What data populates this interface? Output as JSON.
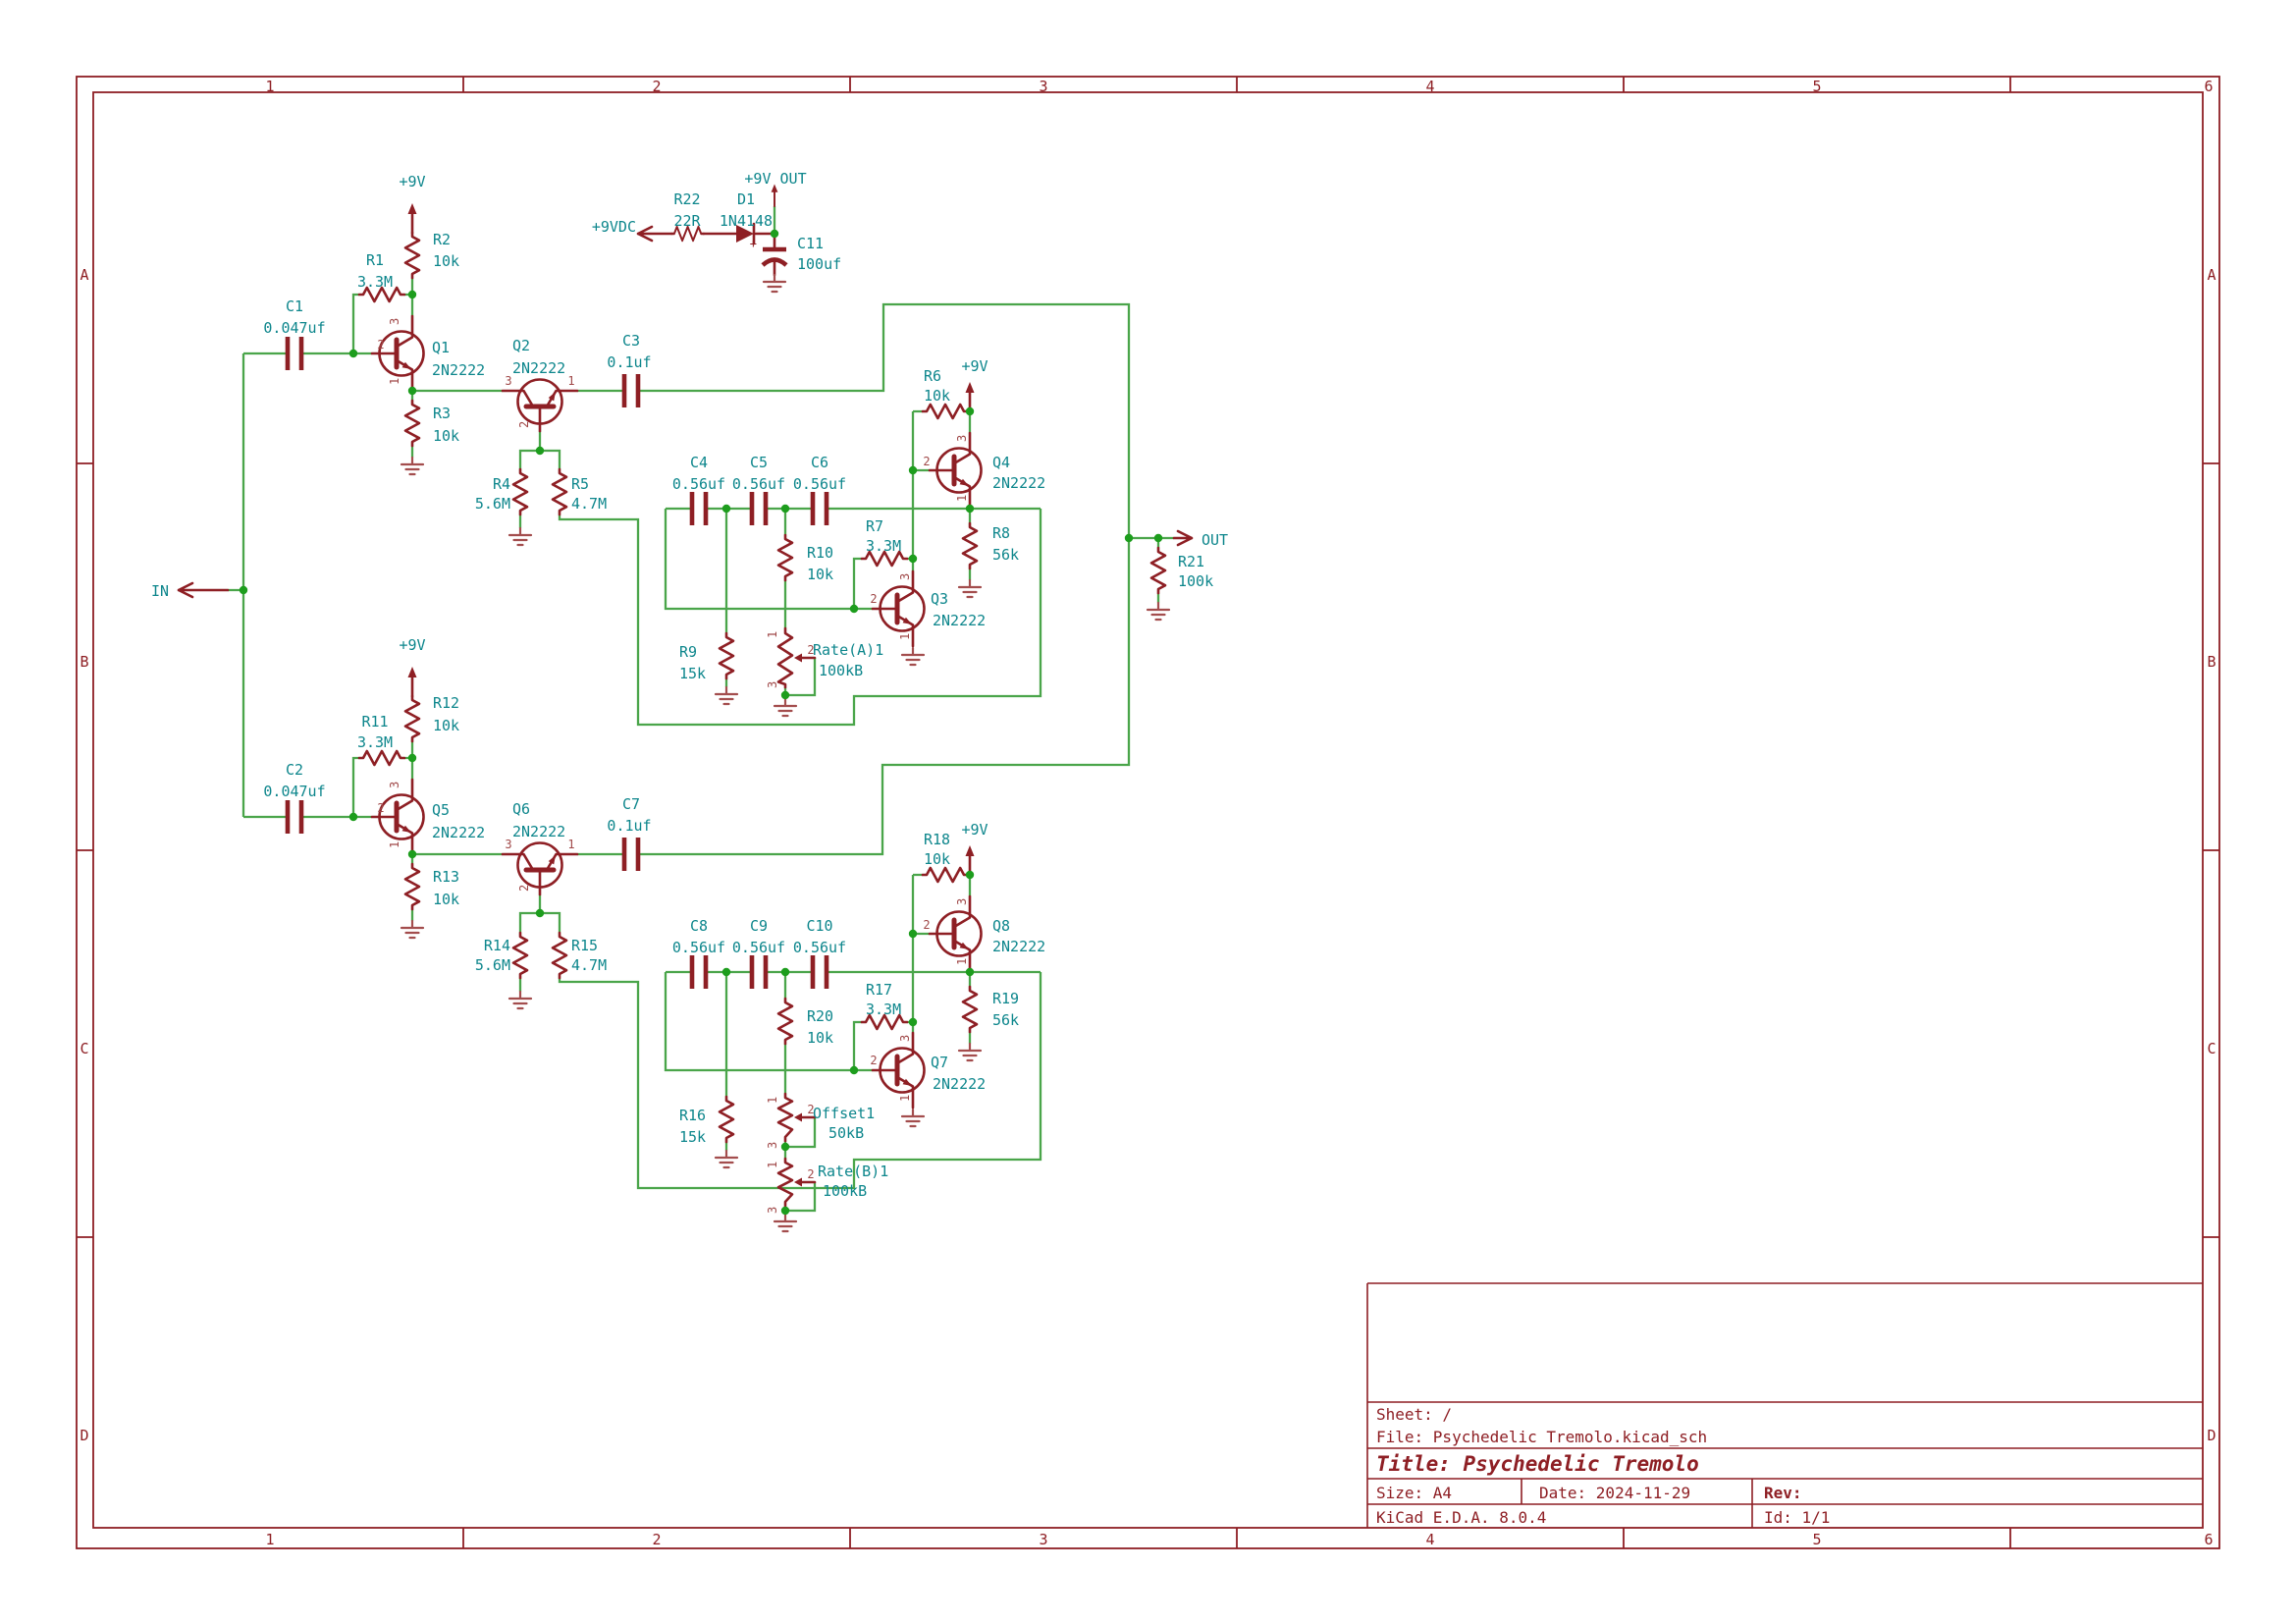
{
  "colors": {
    "background": "#ffffff",
    "wire_green": "#4aa54a",
    "junction_green": "#1d9d1d",
    "symbol_red": "#8e1f24",
    "label_teal": "#0d868c",
    "pin_number_red": "#a04848",
    "ground_red": "#a34d4d"
  },
  "frame": {
    "cols": [
      "1",
      "2",
      "3",
      "4",
      "5",
      "6"
    ],
    "rows": [
      "A",
      "B",
      "C",
      "D"
    ]
  },
  "title_block": {
    "sheet": "Sheet: /",
    "file": "File: Psychedelic Tremolo.kicad_sch",
    "title": "Title: Psychedelic Tremolo",
    "size": "Size: A4",
    "date": "Date: 2024-11-29",
    "rev": "Rev:",
    "app": "KiCad E.D.A. 8.0.4",
    "id": "Id: 1/1"
  },
  "ports": {
    "in": "IN",
    "out": "OUT",
    "vdc": "+9VDC",
    "vout": "+9V OUT",
    "v9": "+9V",
    "plus": "+"
  },
  "pins": {
    "1": "1",
    "2": "2",
    "3": "3"
  },
  "c": {
    "R1": {
      "ref": "R1",
      "val": "3.3M"
    },
    "R2": {
      "ref": "R2",
      "val": "10k"
    },
    "R3": {
      "ref": "R3",
      "val": "10k"
    },
    "R4": {
      "ref": "R4",
      "val": "5.6M"
    },
    "R5": {
      "ref": "R5",
      "val": "4.7M"
    },
    "R6": {
      "ref": "R6",
      "val": "10k"
    },
    "R7": {
      "ref": "R7",
      "val": "3.3M"
    },
    "R8": {
      "ref": "R8",
      "val": "56k"
    },
    "R9": {
      "ref": "R9",
      "val": "15k"
    },
    "R10": {
      "ref": "R10",
      "val": "10k"
    },
    "R11": {
      "ref": "R11",
      "val": "3.3M"
    },
    "R12": {
      "ref": "R12",
      "val": "10k"
    },
    "R13": {
      "ref": "R13",
      "val": "10k"
    },
    "R14": {
      "ref": "R14",
      "val": "5.6M"
    },
    "R15": {
      "ref": "R15",
      "val": "4.7M"
    },
    "R16": {
      "ref": "R16",
      "val": "15k"
    },
    "R17": {
      "ref": "R17",
      "val": "3.3M"
    },
    "R18": {
      "ref": "R18",
      "val": "10k"
    },
    "R19": {
      "ref": "R19",
      "val": "56k"
    },
    "R20": {
      "ref": "R20",
      "val": "10k"
    },
    "R21": {
      "ref": "R21",
      "val": "100k"
    },
    "R22": {
      "ref": "R22",
      "val": "22R"
    },
    "C1": {
      "ref": "C1",
      "val": "0.047uf"
    },
    "C2": {
      "ref": "C2",
      "val": "0.047uf"
    },
    "C3": {
      "ref": "C3",
      "val": "0.1uf"
    },
    "C4": {
      "ref": "C4",
      "val": "0.56uf"
    },
    "C5": {
      "ref": "C5",
      "val": "0.56uf"
    },
    "C6": {
      "ref": "C6",
      "val": "0.56uf"
    },
    "C7": {
      "ref": "C7",
      "val": "0.1uf"
    },
    "C8": {
      "ref": "C8",
      "val": "0.56uf"
    },
    "C9": {
      "ref": "C9",
      "val": "0.56uf"
    },
    "C10": {
      "ref": "C10",
      "val": "0.56uf"
    },
    "C11": {
      "ref": "C11",
      "val": "100uf"
    },
    "D1": {
      "ref": "D1",
      "val": "1N4148"
    },
    "Q1": {
      "ref": "Q1",
      "val": "2N2222"
    },
    "Q2": {
      "ref": "Q2",
      "val": "2N2222"
    },
    "Q3": {
      "ref": "Q3",
      "val": "2N2222"
    },
    "Q4": {
      "ref": "Q4",
      "val": "2N2222"
    },
    "Q5": {
      "ref": "Q5",
      "val": "2N2222"
    },
    "Q6": {
      "ref": "Q6",
      "val": "2N2222"
    },
    "Q7": {
      "ref": "Q7",
      "val": "2N2222"
    },
    "Q8": {
      "ref": "Q8",
      "val": "2N2222"
    },
    "RATEA": {
      "ref": "Rate(A)1",
      "val": "100kB"
    },
    "OFFSET1": {
      "ref": "Offset1",
      "val": "50kB"
    },
    "RATEB": {
      "ref": "Rate(B)1",
      "val": "100kB"
    }
  }
}
